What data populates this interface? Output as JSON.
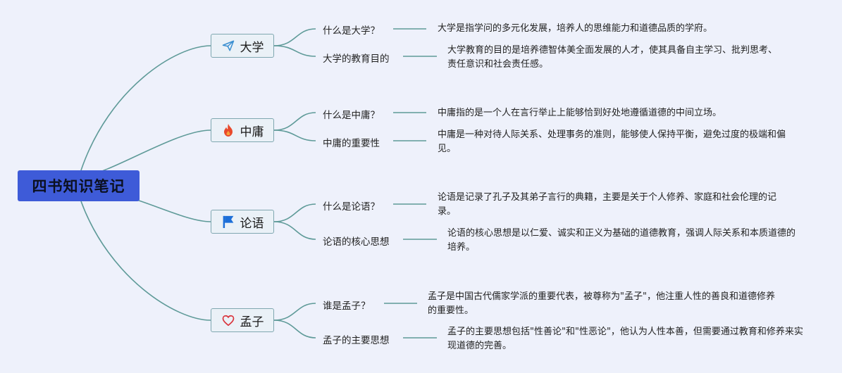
{
  "root": {
    "title": "四书知识笔记"
  },
  "branches": [
    {
      "label": "大学",
      "icon": "paper-plane-icon",
      "items": [
        {
          "q": "什么是大学？",
          "a": "大学是指学问的多元化发展，培养人的思维能力和道德品质的学府。"
        },
        {
          "q": "大学的教育目的",
          "a": "大学教育的目的是培养德智体美全面发展的人才，使其具备自主学习、批判思考、责任意识和社会责任感。"
        }
      ]
    },
    {
      "label": "中庸",
      "icon": "fire-icon",
      "items": [
        {
          "q": "什么是中庸？",
          "a": "中庸指的是一个人在言行举止上能够恰到好处地遵循道德的中间立场。"
        },
        {
          "q": "中庸的重要性",
          "a": "中庸是一种对待人际关系、处理事务的准则，能够使人保持平衡，避免过度的极端和偏见。"
        }
      ]
    },
    {
      "label": "论语",
      "icon": "flag-icon",
      "items": [
        {
          "q": "什么是论语？",
          "a": "论语是记录了孔子及其弟子言行的典籍，主要是关于个人修养、家庭和社会伦理的记录。"
        },
        {
          "q": "论语的核心思想",
          "a": "论语的核心思想是以仁爱、诚实和正义为基础的道德教育，强调人际关系和本质道德的培养。"
        }
      ]
    },
    {
      "label": "孟子",
      "icon": "heart-icon",
      "items": [
        {
          "q": "谁是孟子？",
          "a": "孟子是中国古代儒家学派的重要代表，被尊称为\"孟子\"，他注重人性的善良和道德修养的重要性。"
        },
        {
          "q": "孟子的主要思想",
          "a": "孟子的主要思想包括\"性善论\"和\"性恶论\"，他认为人性本善，但需要通过教育和修养来实现道德的完善。"
        }
      ]
    }
  ],
  "colors": {
    "line": "#5e9a98",
    "root_bg": "#3e5bd8",
    "branch_border": "#7fa7b0",
    "accent_icon": "#3a8fd1",
    "fire": "#e8492b",
    "heart": "#d9343c"
  }
}
